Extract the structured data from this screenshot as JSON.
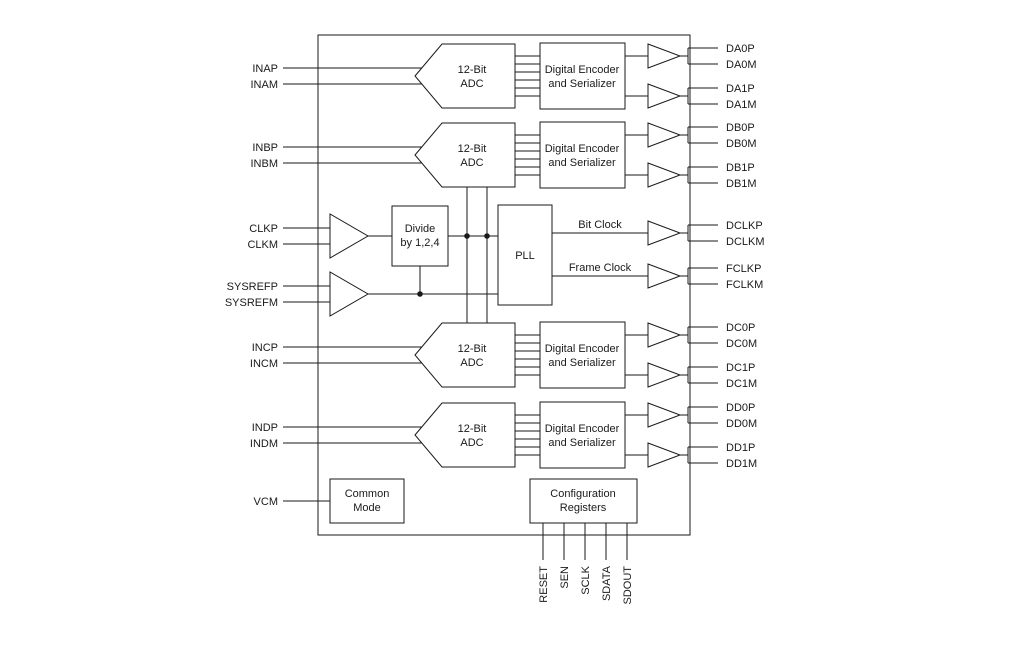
{
  "colors": {
    "line": "#1a1a1a",
    "background": "#ffffff"
  },
  "blocks": {
    "adc": [
      "12-Bit",
      "ADC"
    ],
    "encoder": [
      "Digital Encoder",
      "and Serializer"
    ],
    "divider": [
      "Divide",
      "by 1,2,4"
    ],
    "pll": "PLL",
    "common_mode": [
      "Common",
      "Mode"
    ],
    "config_registers": [
      "Configuration",
      "Registers"
    ]
  },
  "signals": {
    "bit_clock": "Bit Clock",
    "frame_clock": "Frame Clock"
  },
  "left_pins": [
    "INAP",
    "INAM",
    "INBP",
    "INBM",
    "CLKP",
    "CLKM",
    "SYSREFP",
    "SYSREFM",
    "INCP",
    "INCM",
    "INDP",
    "INDM",
    "VCM"
  ],
  "right_pins": [
    "DA0P",
    "DA0M",
    "DA1P",
    "DA1M",
    "DB0P",
    "DB0M",
    "DB1P",
    "DB1M",
    "DCLKP",
    "DCLKM",
    "FCLKP",
    "FCLKM",
    "DC0P",
    "DC0M",
    "DC1P",
    "DC1M",
    "DD0P",
    "DD0M",
    "DD1P",
    "DD1M"
  ],
  "bottom_pins": [
    "RESET",
    "SEN",
    "SCLK",
    "SDATA",
    "SDOUT"
  ]
}
